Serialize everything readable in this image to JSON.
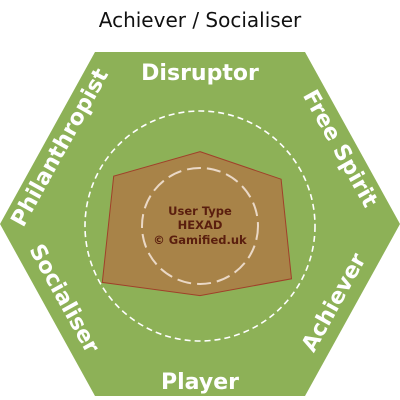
{
  "title": "Achiever / Socialiser",
  "colors": {
    "hexagon_fill": "#8db157",
    "profile_fill": "#a88348",
    "profile_stroke": "#a0402a",
    "label_color": "#ffffff",
    "center_text_color": "#5a1e0e"
  },
  "sides": {
    "top": "Disruptor",
    "top_right": "Free Spirit",
    "bottom_right": "Achiever",
    "bottom": "Player",
    "bottom_left": "Socialiser",
    "top_left": "Philanthropist"
  },
  "center": {
    "line1": "User Type",
    "line2": "HEXAD",
    "line3": "© Gamified.uk"
  },
  "profile": {
    "axis_order": [
      "Disruptor",
      "Free Spirit",
      "Achiever",
      "Player",
      "Socialiser",
      "Philanthropist"
    ],
    "levels": [
      0.62,
      0.78,
      0.88,
      0.58,
      0.94,
      0.83
    ]
  }
}
